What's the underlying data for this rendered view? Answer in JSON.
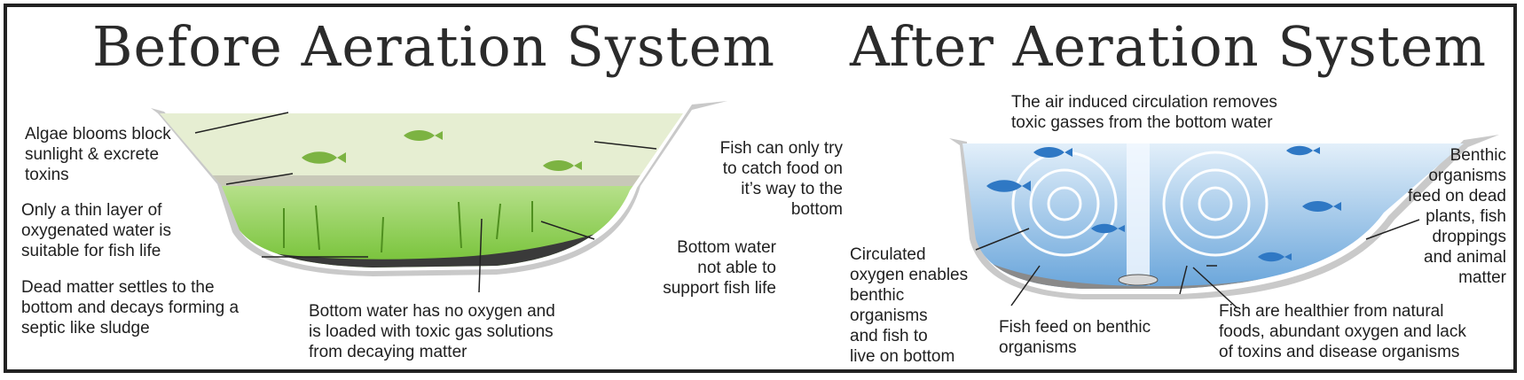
{
  "before": {
    "title": "Before Aeration System",
    "labels": {
      "algae": "Algae blooms block\nsunlight & excrete\ntoxins",
      "thin_layer": "Only a thin layer of\noxygenated water is\nsuitable for fish life",
      "dead_matter": "Dead matter settles to the\nbottom and decays forming a\nseptic like sludge",
      "bottom_no_oxygen": "Bottom water has no oxygen and\nis loaded with toxic gas solutions\nfrom decaying matter",
      "fish_catch_food": "Fish can only try\nto catch food on\nit’s way to the\nbottom",
      "bottom_unfit": "Bottom water\nnot able to\nsupport fish life"
    }
  },
  "after": {
    "title": "After Aeration System",
    "labels": {
      "circulation": "The air induced circulation removes\ntoxic gasses from the bottom water",
      "benthic_feed": "Benthic\norganisms\nfeed on dead\nplants, fish\ndroppings\nand animal\nmatter",
      "circulated_oxygen": "Circulated\noxygen enables\nbenthic\norganisms\nand fish to\nlive on bottom",
      "fish_feed": "Fish feed on benthic\norganisms",
      "fish_healthier": "Fish are healthier from natural\nfoods, abundant oxygen and lack\nof toxins and disease organisms"
    }
  },
  "colors": {
    "before_top_water": "#e6eed2",
    "before_green_water": "#8fd24a",
    "after_water": "#bcd9f0",
    "fish_before": "#7cb342",
    "fish_after": "#2f78c4",
    "sludge": "#3a3a3a"
  }
}
